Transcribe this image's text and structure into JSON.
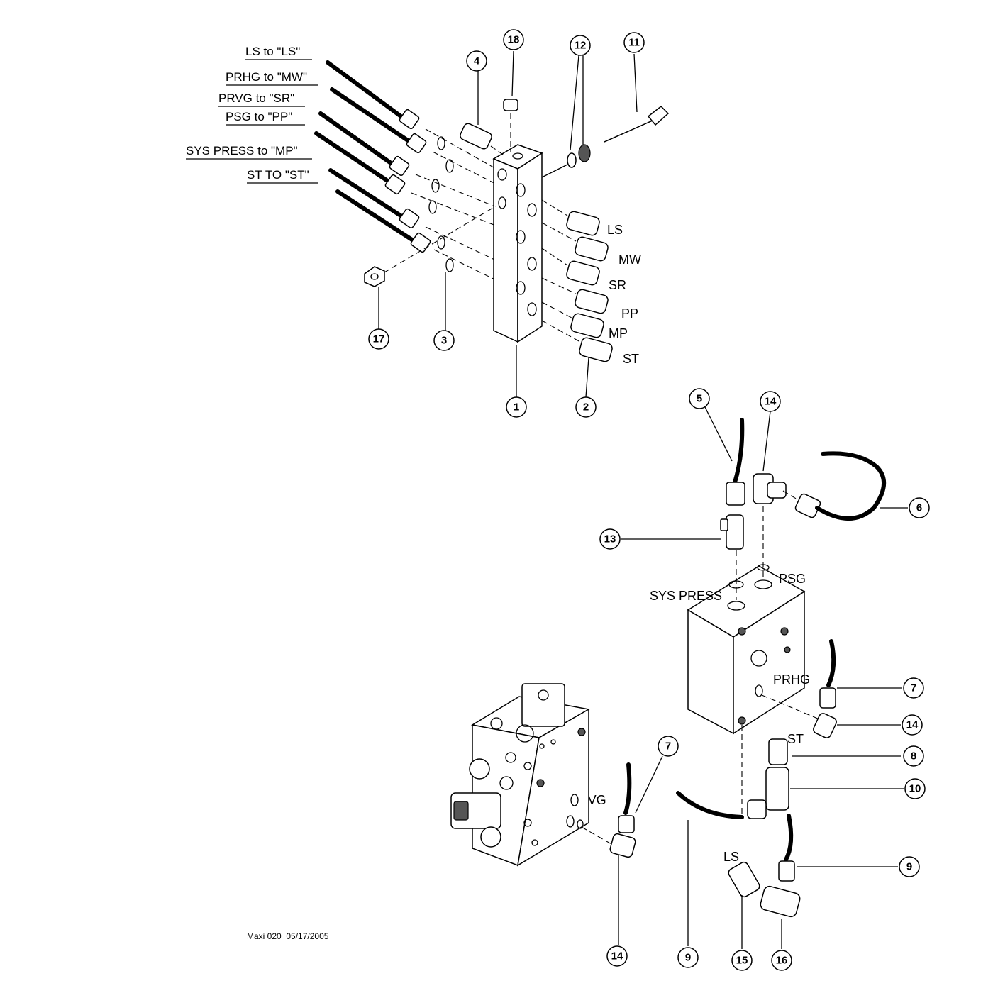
{
  "hose_labels": [
    "LS to \"LS\"",
    "PRHG to \"MW\"",
    "PRVG to \"SR\"",
    "PSG to \"PP\"",
    "SYS PRESS to \"MP\"",
    "ST TO \"ST\""
  ],
  "manifold_ports": [
    "LS",
    "MW",
    "SR",
    "PP",
    "MP",
    "ST"
  ],
  "valve_block_ports": {
    "sys_press": "SYS PRESS",
    "psg": "PSG",
    "prhg": "PRHG",
    "st": "ST",
    "ls": "LS",
    "prvg": "PRVG"
  },
  "callouts": {
    "c1": "1",
    "c2": "2",
    "c3": "3",
    "c4": "4",
    "c5": "5",
    "c6": "6",
    "c7a": "7",
    "c7b": "7",
    "c8": "8",
    "c9a": "9",
    "c9b": "9",
    "c10": "10",
    "c11": "11",
    "c12": "12",
    "c13": "13",
    "c14a": "14",
    "c14b": "14",
    "c14c": "14",
    "c15": "15",
    "c16": "16",
    "c17": "17",
    "c18": "18"
  },
  "footer": "Maxi 020  05/17/2005"
}
